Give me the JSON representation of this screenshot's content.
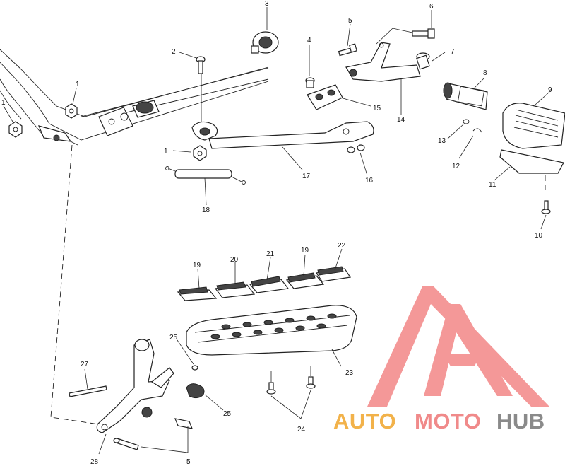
{
  "callouts": [
    {
      "id": "c1a",
      "text": "1"
    },
    {
      "id": "c1b",
      "text": "1"
    },
    {
      "id": "c1c",
      "text": "1"
    },
    {
      "id": "c2",
      "text": "2"
    },
    {
      "id": "c3",
      "text": "3"
    },
    {
      "id": "c4",
      "text": "4"
    },
    {
      "id": "c5a",
      "text": "5"
    },
    {
      "id": "c5b",
      "text": "5"
    },
    {
      "id": "c6",
      "text": "6"
    },
    {
      "id": "c7",
      "text": "7"
    },
    {
      "id": "c8",
      "text": "8"
    },
    {
      "id": "c9",
      "text": "9"
    },
    {
      "id": "c10",
      "text": "10"
    },
    {
      "id": "c11",
      "text": "11"
    },
    {
      "id": "c12",
      "text": "12"
    },
    {
      "id": "c13",
      "text": "13"
    },
    {
      "id": "c14",
      "text": "14"
    },
    {
      "id": "c15",
      "text": "15"
    },
    {
      "id": "c16",
      "text": "16"
    },
    {
      "id": "c17",
      "text": "17"
    },
    {
      "id": "c18",
      "text": "18"
    },
    {
      "id": "c19a",
      "text": "19"
    },
    {
      "id": "c19b",
      "text": "19"
    },
    {
      "id": "c20",
      "text": "20"
    },
    {
      "id": "c21",
      "text": "21"
    },
    {
      "id": "c22",
      "text": "22"
    },
    {
      "id": "c23",
      "text": "23"
    },
    {
      "id": "c24",
      "text": "24"
    },
    {
      "id": "c25a",
      "text": "25"
    },
    {
      "id": "c25b",
      "text": "25"
    },
    {
      "id": "c27",
      "text": "27"
    },
    {
      "id": "c28",
      "text": "28"
    }
  ],
  "watermark": {
    "part1": "AUTO",
    "part2": "MOTO",
    "part3": "HUB",
    "color_auto": "#f2b24a",
    "color_moto": "#f08a8a",
    "color_hub": "#8a8a8a",
    "logo_color": "#f27c7c"
  }
}
